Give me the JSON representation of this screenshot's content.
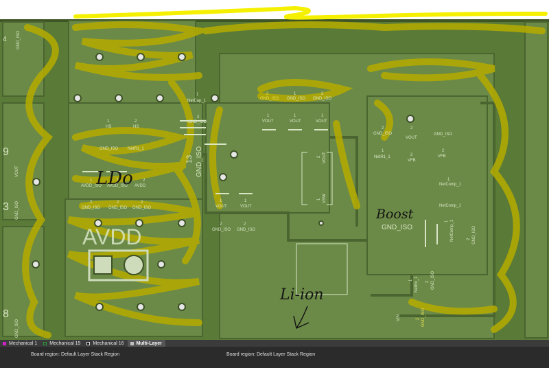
{
  "board": {
    "pads": {
      "top_mid": [
        "1",
        "NetCap_1",
        "2",
        "GND_ISO",
        "1",
        "GND_ISO",
        "2",
        "GND_ISO"
      ],
      "vout_top": [
        "1",
        "VOUT",
        "1",
        "VOUT",
        "1",
        "VOUT"
      ],
      "hs": [
        "1",
        "HS",
        "2",
        "HS",
        "GND_ISO",
        "NetR1_1"
      ],
      "big_pin": [
        "13",
        "GND_ISO"
      ],
      "avdd_pads": [
        "1",
        "AVDD_ISO",
        "1",
        "AVDD_ISO",
        "2",
        "AVDD"
      ],
      "gnd_row": [
        "2",
        "GND_ISO",
        "2",
        "GND_ISO",
        "2",
        "GND_ISO"
      ],
      "vout_bot": [
        "1",
        "VOUT",
        "1",
        "VOUT"
      ],
      "gnd_bot": [
        "2",
        "GND_ISO",
        "2",
        "GND_ISO"
      ],
      "vout_side": [
        "2",
        "VOUT"
      ],
      "vsw": [
        "1",
        "VSW"
      ],
      "left_edge": [
        "4",
        "GND_ISO",
        "9",
        "VOUT",
        "3",
        "GND_ISO",
        "8",
        "GND_ISO"
      ],
      "boost_area": [
        "2",
        "GND_ISO",
        "2",
        "VOUT",
        "GND_ISO",
        "1",
        "NetR1_1",
        "2",
        "VFB",
        "2",
        "VFB",
        "1",
        "NetComp_1",
        "NetComp_1",
        "1",
        "NetComp_1",
        "2",
        "GND_ISO",
        "GND_ISO",
        "1",
        "NetEn_1",
        "2",
        "GND_ISO",
        "VIN",
        "2",
        "GND_ISO"
      ],
      "silkscreen": "AVDD"
    },
    "annotations": {
      "ldo": "LDo",
      "boost": "Boost",
      "li_ion": "Li-ion"
    },
    "colors": {
      "board": "#5a7a37",
      "copper": "#6b8a47",
      "highlight": "#b5ac00",
      "scribble": "#f4f000"
    }
  },
  "layer_tabs": [
    {
      "label": "Mechanical 1",
      "color": "#d020c8"
    },
    {
      "label": "Mechanical 15",
      "color": "#2a9a3a"
    },
    {
      "label": "Mechanical 16",
      "color": "#111111"
    },
    {
      "label": "Multi-Layer",
      "color": "#c0c0c0"
    }
  ],
  "status": {
    "left": "Board region: Default Layer Stack Region",
    "right": "Board region: Default Layer Stack Region"
  }
}
